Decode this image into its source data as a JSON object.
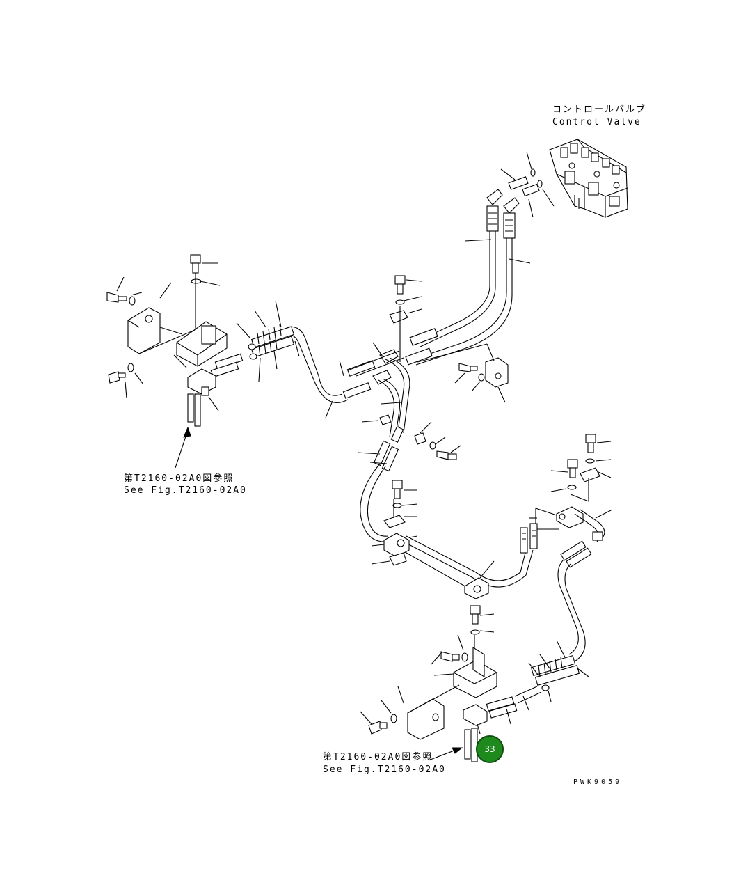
{
  "labels": {
    "control_valve_jp": "コントロールバルブ",
    "control_valve_en": "Control Valve",
    "ref_top_jp": "第T2160-02A0図参照",
    "ref_top_en": "See Fig.T2160-02A0",
    "ref_bottom_jp": "第T2160-02A0図参照",
    "ref_bottom_en": "See Fig.T2160-02A0",
    "drawing_id": "PWK9059"
  },
  "callout": {
    "number": "33",
    "color": "#1e8a1e"
  }
}
